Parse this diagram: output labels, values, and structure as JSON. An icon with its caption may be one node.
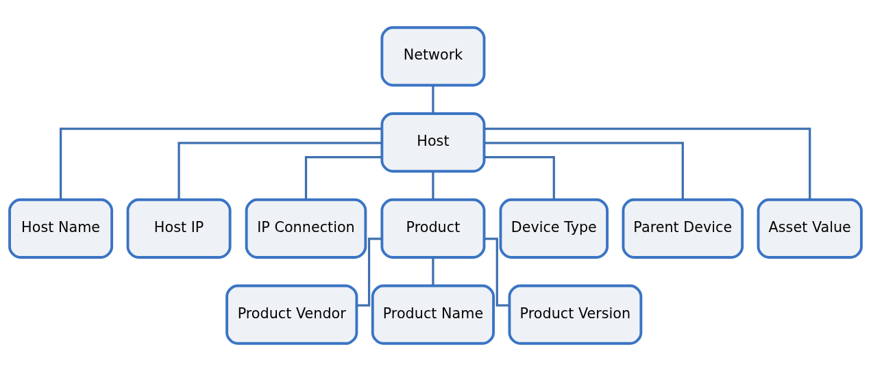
{
  "diagram": {
    "nodes": [
      {
        "text": [
          "Network"
        ]
      },
      {
        "text": [
          "Host"
        ]
      },
      {
        "text": [
          "Host Name"
        ]
      },
      {
        "text": [
          "Host IP"
        ]
      },
      {
        "text": [
          "IP Connection"
        ]
      },
      {
        "text": [
          "Product"
        ]
      },
      {
        "text": [
          "Device Type"
        ]
      },
      {
        "text": [
          "Parent Device"
        ]
      },
      {
        "text": [
          "Asset Value"
        ]
      },
      {
        "text": [
          "Product Vendor"
        ]
      },
      {
        "text": [
          "Product Name"
        ]
      },
      {
        "text": [
          "Product Version"
        ]
      }
    ],
    "edges": [
      {
        "from": 0,
        "to": 1,
        "arrow": "none"
      },
      {
        "from": 1,
        "to": 2,
        "arrow": "none"
      },
      {
        "from": 1,
        "to": 3,
        "arrow": "none"
      },
      {
        "from": 1,
        "to": 4,
        "arrow": "none"
      },
      {
        "from": 1,
        "to": 5,
        "arrow": "none"
      },
      {
        "from": 1,
        "to": 6,
        "arrow": "none"
      },
      {
        "from": 1,
        "to": 7,
        "arrow": "none"
      },
      {
        "from": 1,
        "to": 8,
        "arrow": "none"
      },
      {
        "from": 5,
        "to": 9,
        "arrow": "none"
      },
      {
        "from": 5,
        "to": 10,
        "arrow": "none"
      },
      {
        "from": 5,
        "to": 11,
        "arrow": "none"
      }
    ]
  }
}
